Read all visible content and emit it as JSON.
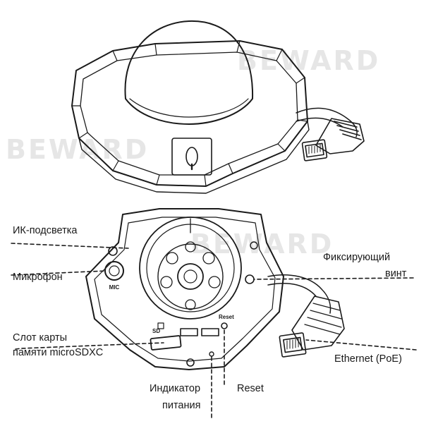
{
  "watermark": {
    "text": "BEWARD",
    "color": "#e6e6e6"
  },
  "labels": {
    "ir_light": "ИК-подсветка",
    "microphone": "Микрофон",
    "sd_slot_line1": "Слот карты",
    "sd_slot_line2": "памяти microSDXC",
    "power_indicator_line1": "Индикатор",
    "power_indicator_line2": "питания",
    "reset": "Reset",
    "fixing_screw_line1": "Фиксирующий",
    "fixing_screw_line2": "винт",
    "ethernet": "Ethernet (PoE)"
  },
  "board_marks": {
    "mic": "MIC",
    "sd": "SD",
    "reset": "Reset"
  },
  "colors": {
    "line": "#1a1a1a",
    "background": "#ffffff"
  }
}
